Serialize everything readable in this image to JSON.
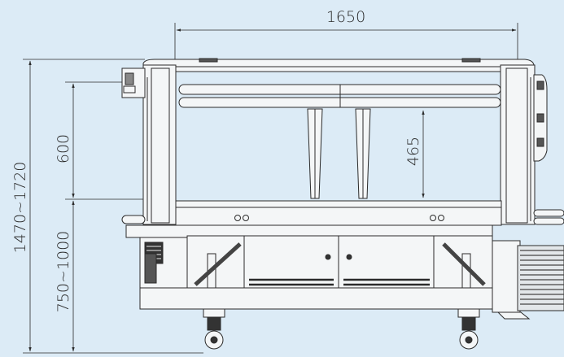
{
  "dimensions": {
    "overall_width": "1650",
    "overall_height": "1470~1720",
    "arch_opening_height": "600",
    "table_height": "750~1000",
    "inner_clearance": "465"
  },
  "colors": {
    "background": "#dcebf6",
    "machine_fill": "#f4f6f7",
    "line": "#2b2b2b"
  }
}
